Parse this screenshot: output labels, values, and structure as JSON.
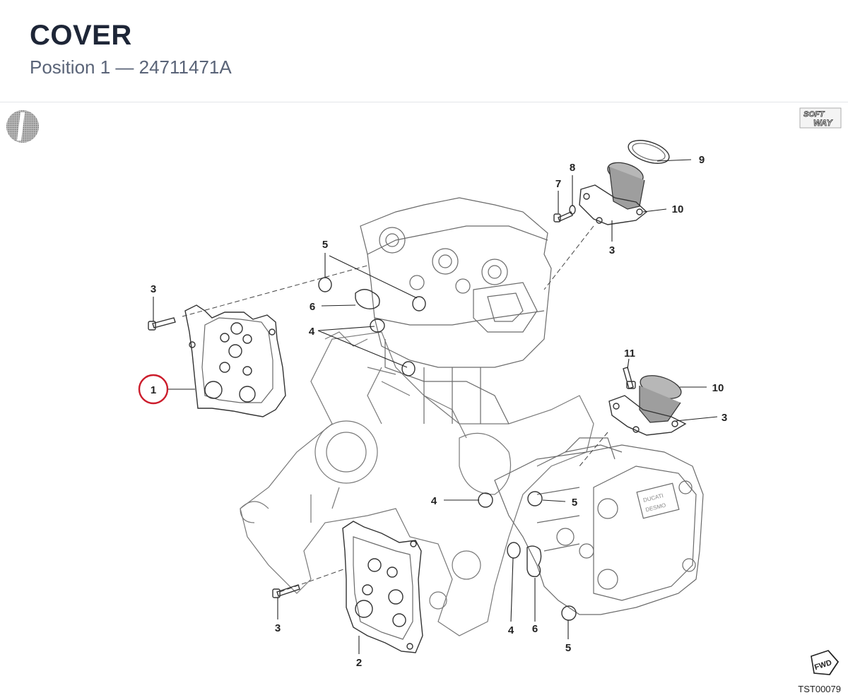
{
  "header": {
    "title": "COVER",
    "subtitle": "Position 1 — 24711471A"
  },
  "brand": {
    "top": "SOFT",
    "bottom": "WAY"
  },
  "fwd_label": "FWD",
  "drawing_code": "TST00079",
  "highlight_color": "#cc1d2c",
  "callouts": [
    {
      "id": "c1",
      "label": "1",
      "highlighted": true
    },
    {
      "id": "c2",
      "label": "2"
    },
    {
      "id": "c3a",
      "label": "3"
    },
    {
      "id": "c3b",
      "label": "3"
    },
    {
      "id": "c3c",
      "label": "3"
    },
    {
      "id": "c3d",
      "label": "3"
    },
    {
      "id": "c4a",
      "label": "4"
    },
    {
      "id": "c4b",
      "label": "4"
    },
    {
      "id": "c4c",
      "label": "4"
    },
    {
      "id": "c5a",
      "label": "5"
    },
    {
      "id": "c5b",
      "label": "5"
    },
    {
      "id": "c5c",
      "label": "5"
    },
    {
      "id": "c6a",
      "label": "6"
    },
    {
      "id": "c6b",
      "label": "6"
    },
    {
      "id": "c7",
      "label": "7"
    },
    {
      "id": "c8",
      "label": "8"
    },
    {
      "id": "c9",
      "label": "9"
    },
    {
      "id": "c10a",
      "label": "10"
    },
    {
      "id": "c10b",
      "label": "10"
    },
    {
      "id": "c11",
      "label": "11"
    }
  ]
}
